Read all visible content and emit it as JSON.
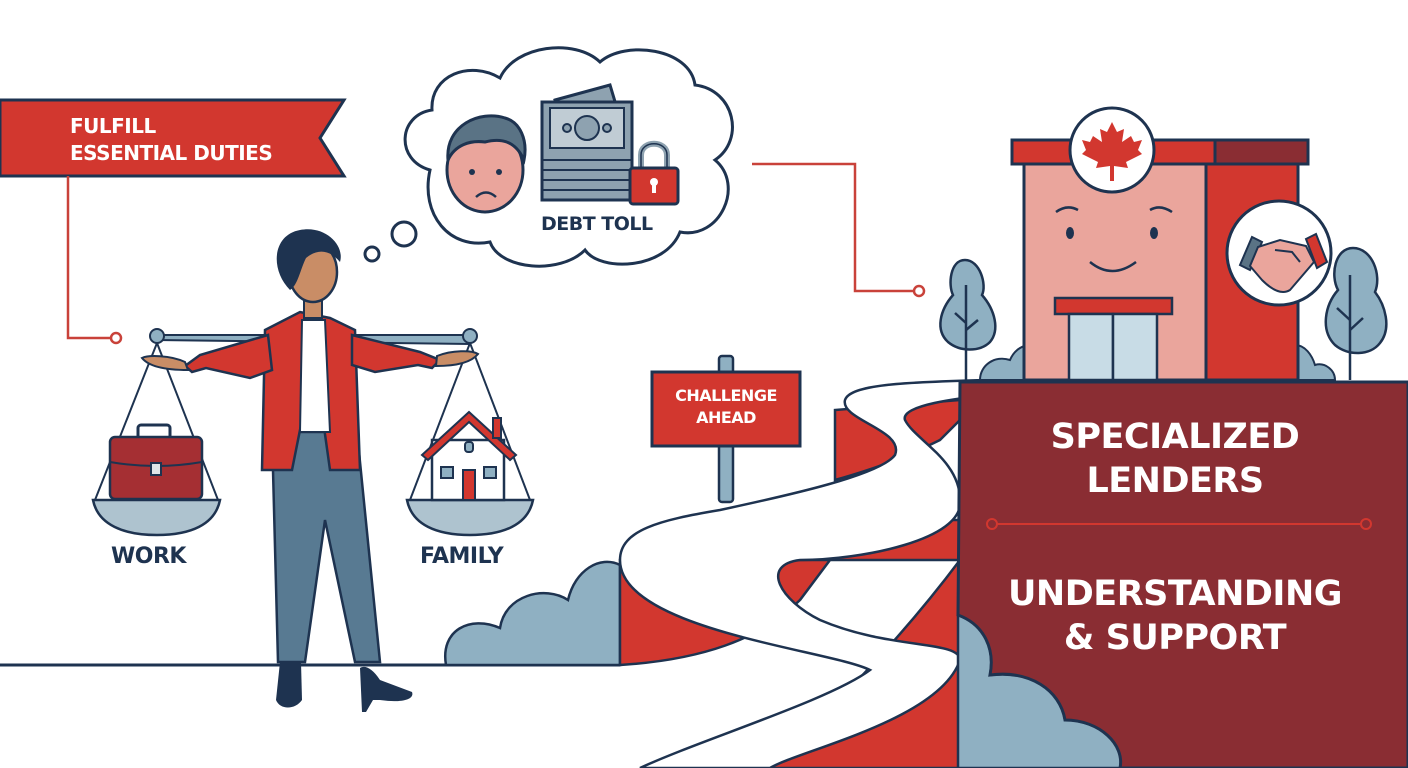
{
  "banner": {
    "line1": "FULFILL",
    "line2": "ESSENTIAL DUTIES",
    "color": "#d2372f"
  },
  "thought_bubble": {
    "label": "DEBT TOLL",
    "icons": [
      "worried-face-icon",
      "money-stack-icon",
      "padlock-icon"
    ]
  },
  "balance_scale": {
    "left_label": "WORK",
    "right_label": "FAMILY",
    "left_icon": "briefcase-icon",
    "right_icon": "house-icon"
  },
  "road_sign": {
    "line1": "CHALLENGE",
    "line2": "AHEAD"
  },
  "lender_building": {
    "icons": [
      "maple-leaf-icon",
      "handshake-icon"
    ]
  },
  "panel": {
    "title_line1": "SPECIALIZED",
    "title_line2": "LENDERS",
    "subtitle_line1": "UNDERSTANDING",
    "subtitle_line2": "& SUPPORT",
    "color": "#8a2d33"
  },
  "colors": {
    "red": "#d2372f",
    "dark_red": "#8a2d33",
    "navy": "#1e3350",
    "slate_blue": "#8fb0c2",
    "pink": "#eaa59c"
  }
}
